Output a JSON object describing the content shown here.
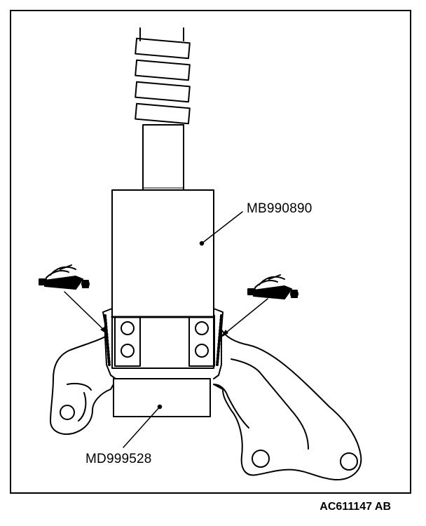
{
  "labels": {
    "upper_tool": "MB990890",
    "lower_tool": "MD999528"
  },
  "figure_id": "AC611147 AB",
  "icons": [
    "grease-gun-icon-left",
    "grease-gun-icon-right"
  ],
  "colors": {
    "line": "#000000",
    "background": "#ffffff"
  }
}
